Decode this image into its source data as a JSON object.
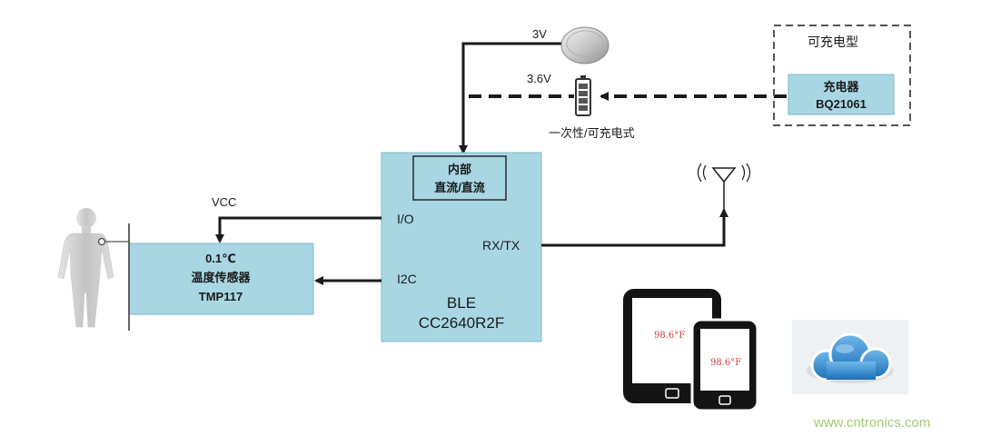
{
  "battery": {
    "coin_voltage": "3V",
    "cell_voltage": "3.6V",
    "cell_caption": "一次性/可充电式"
  },
  "charger": {
    "group_label": "可充电型",
    "title": "充电器",
    "part": "BQ21061"
  },
  "mcu": {
    "dcdc_line1": "内部",
    "dcdc_line2": "直流/直流",
    "pin_io": "I/O",
    "pin_i2c": "I2C",
    "pin_rxtx": "RX/TX",
    "name": "BLE",
    "part": "CC2640R2F"
  },
  "sensor": {
    "accuracy": "0.1℃",
    "name": "温度传感器",
    "part": "TMP117",
    "vcc_label": "VCC"
  },
  "devices": {
    "tablet_reading": "98.6°F",
    "phone_reading": "98.6°F"
  },
  "watermark": "www.cntronics.com",
  "colors": {
    "block_fill": "#a8d7e3",
    "block_stroke": "#7fb7c8",
    "line": "#1a1a1a",
    "reading": "#d23a3a"
  }
}
